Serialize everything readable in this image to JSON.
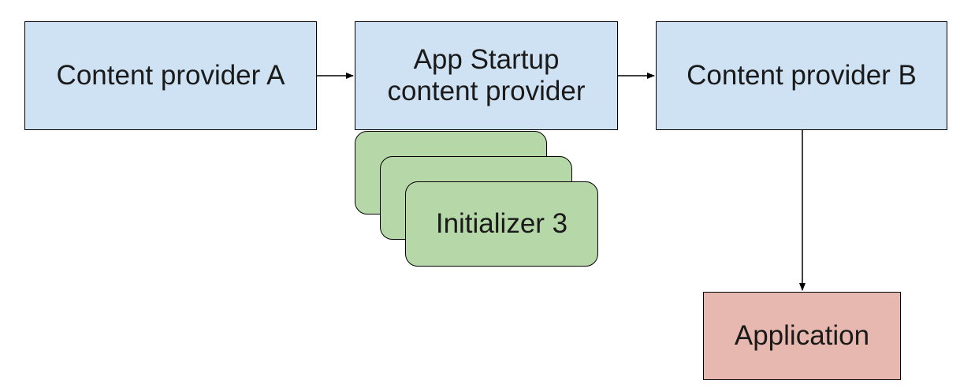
{
  "diagram": {
    "nodes": {
      "content_provider_a": {
        "label": "Content provider A"
      },
      "app_startup": {
        "line1": "App Startup",
        "line2": "content provider"
      },
      "content_provider_b": {
        "label": "Content provider B"
      },
      "initializer_3": {
        "label": "Initializer 3"
      },
      "application": {
        "label": "Application"
      }
    },
    "edges": [
      {
        "from": "content_provider_a",
        "to": "app_startup"
      },
      {
        "from": "app_startup",
        "to": "content_provider_b"
      },
      {
        "from": "content_provider_b",
        "to": "application"
      }
    ],
    "colors": {
      "provider_fill": "#cfe2f3",
      "initializer_fill": "#b6d7a8",
      "application_fill": "#e6b8af",
      "stroke": "#000000"
    }
  }
}
